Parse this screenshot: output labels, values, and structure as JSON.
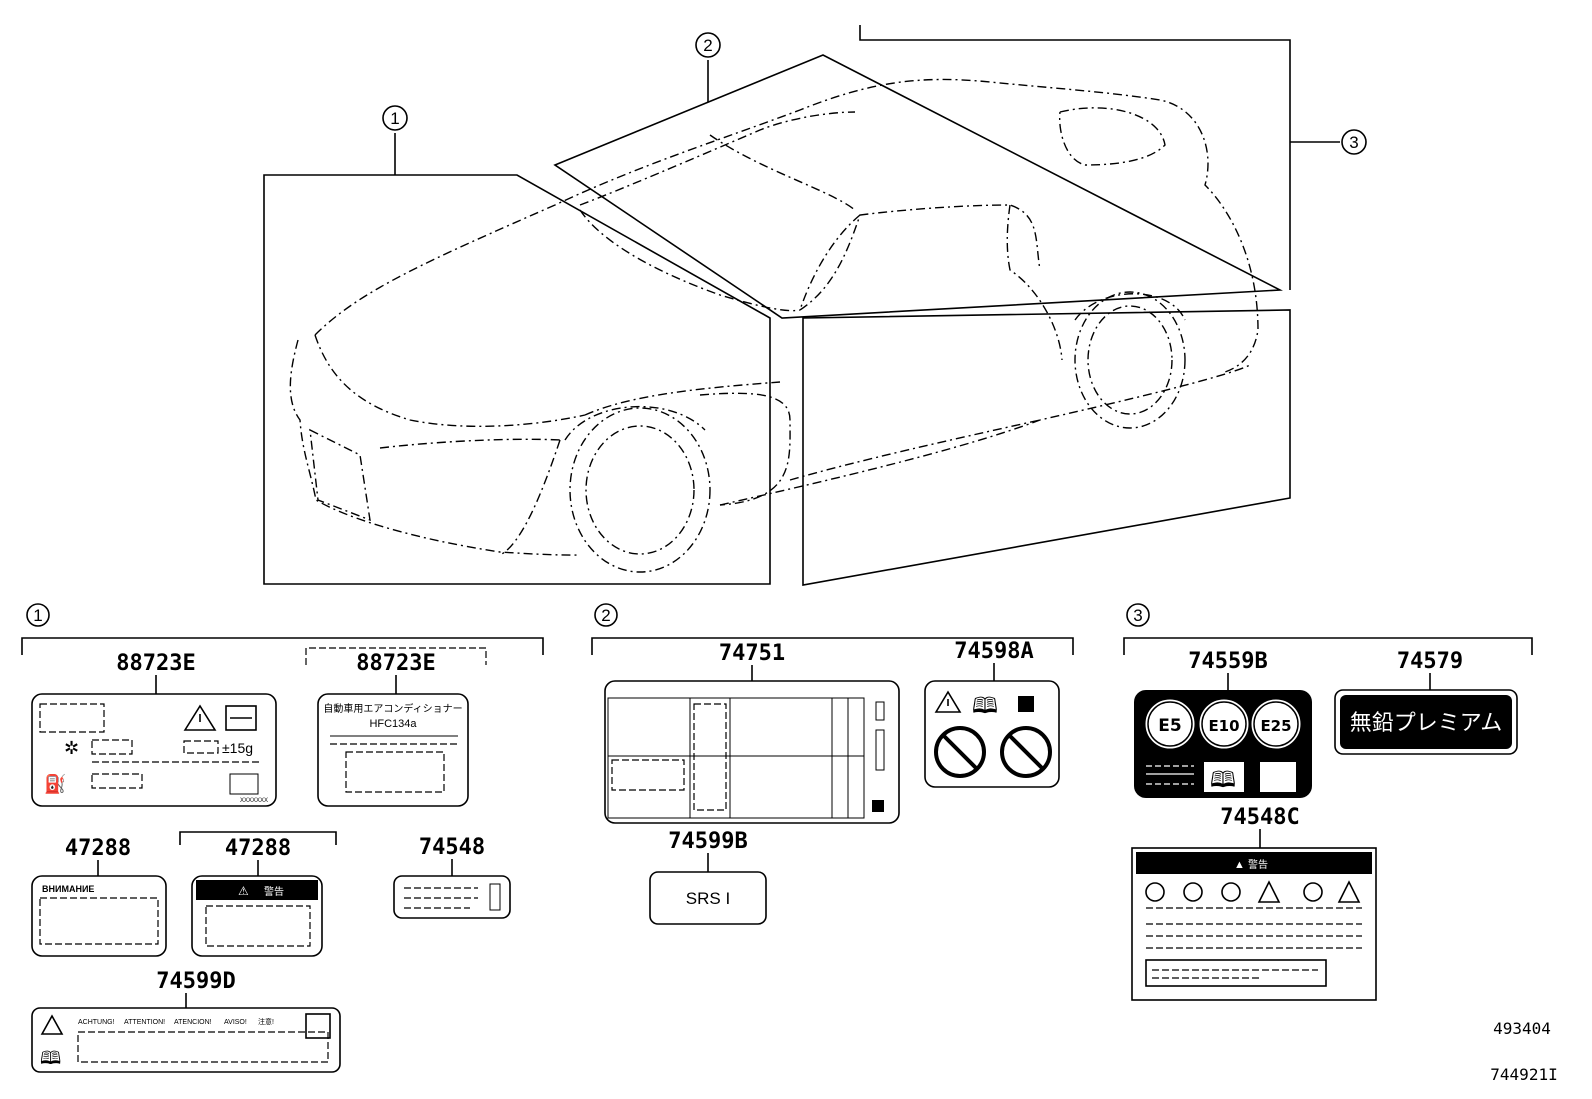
{
  "callouts": [
    "1",
    "2",
    "3"
  ],
  "sections": [
    {
      "callout": "1",
      "labels": [
        {
          "part": "88723E",
          "texts": [
            "±15g",
            "XXXXXXX"
          ]
        },
        {
          "part": "88723E",
          "texts": [
            "自動車用エアコンディショナー",
            "HFC134a"
          ]
        },
        {
          "part": "47288",
          "texts": [
            "ВНИМАНИЕ"
          ]
        },
        {
          "part": "47288",
          "texts": [
            "警告"
          ]
        },
        {
          "part": "74548",
          "texts": []
        },
        {
          "part": "74599D",
          "texts": [
            "ACHTUNG!",
            "ATTENTION!",
            "ATENCION!",
            "AVISO!",
            "注意!"
          ]
        }
      ]
    },
    {
      "callout": "2",
      "labels": [
        {
          "part": "74751",
          "texts": []
        },
        {
          "part": "74598A",
          "texts": []
        },
        {
          "part": "74599B",
          "texts": [
            "SRS I"
          ]
        }
      ]
    },
    {
      "callout": "3",
      "labels": [
        {
          "part": "74559B",
          "texts": [
            "E5",
            "E10",
            "E25"
          ]
        },
        {
          "part": "74579",
          "texts": [
            "無鉛プレミアム"
          ]
        },
        {
          "part": "74548C",
          "texts": [
            "警告"
          ]
        }
      ]
    }
  ],
  "reference_numbers": [
    "493404",
    "744921I"
  ]
}
